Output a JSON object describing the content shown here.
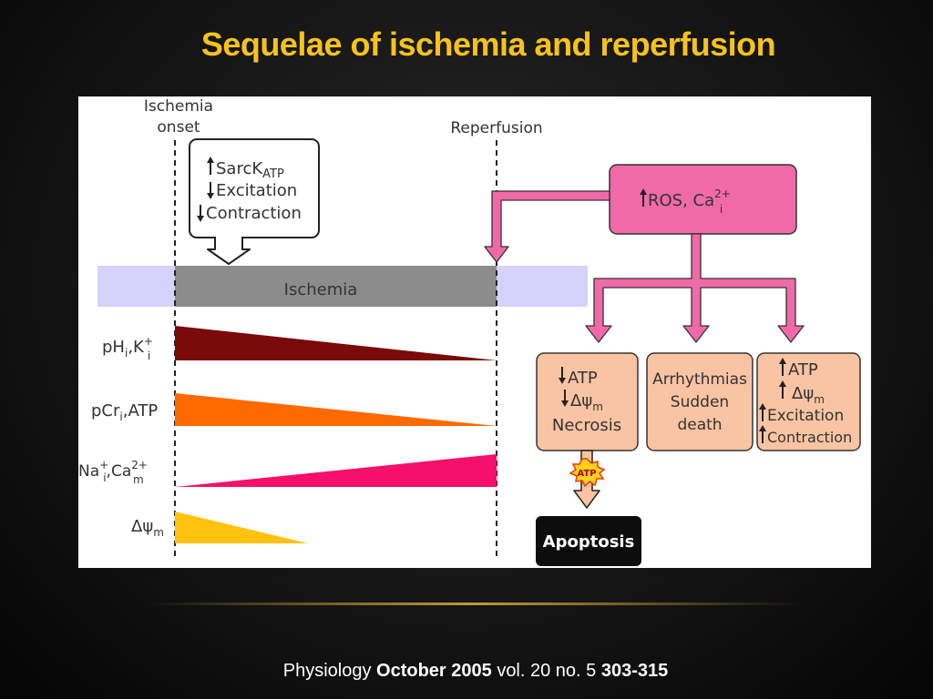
{
  "slide": {
    "title": "Sequelae of ischemia and reperfusion",
    "citation": {
      "journal": "Physiology",
      "date": "October 2005",
      "volume": "vol. 20 no. 5",
      "pages": "303-315"
    }
  },
  "diagram": {
    "markers": {
      "onset_line1": "Ischemia",
      "onset_line2": "onset",
      "reperfusion": "Reperfusion"
    },
    "ischemia_bar_label": "Ischemia",
    "early_box": {
      "line1": "SarcK",
      "line1_sub": "ATP",
      "line2": "Excitation",
      "line3": "Contraction"
    },
    "ros_box": {
      "text": "ROS, Ca",
      "sup": "2+",
      "sub": "i"
    },
    "wedges": [
      {
        "label": "pH",
        "label_sub1": "i",
        "label_mid": ",K",
        "label_sup": "+",
        "label_sub2": "i",
        "color": "#7b0a0a",
        "trend": "decrease"
      },
      {
        "label": "pCr",
        "label_sub1": "i",
        "label_mid": ",ATP",
        "color": "#ff6a00",
        "trend": "decrease"
      },
      {
        "label": "Na",
        "label_sup1": "+",
        "label_sub1": "i",
        "label_mid": ",Ca",
        "label_sup2": "2+",
        "label_sub2": "m",
        "color": "#f5106b",
        "trend": "increase"
      },
      {
        "label": "Δψ",
        "label_sub1": "m",
        "color": "#ffc20e",
        "trend": "decrease"
      }
    ],
    "outcomes": {
      "left": {
        "line1": "ATP",
        "line2": "Δψ",
        "line2_sub": "m",
        "line3": "Necrosis"
      },
      "middle": {
        "line1": "Arrhythmias",
        "line2": "Sudden",
        "line3": "death"
      },
      "right": {
        "line1": "ATP",
        "line2": "Δψ",
        "line2_sub": "m",
        "line3": "Excitation",
        "line4": "Contraction"
      }
    },
    "atp_badge": "ATP",
    "apoptosis": "Apoptosis",
    "colors": {
      "pink": "#f06aa8",
      "peach": "#f9c4a3",
      "ischemia_gray": "#8c8c8c",
      "lavender": "#d6d2fb",
      "title_yellow": "#f6c21c"
    }
  }
}
